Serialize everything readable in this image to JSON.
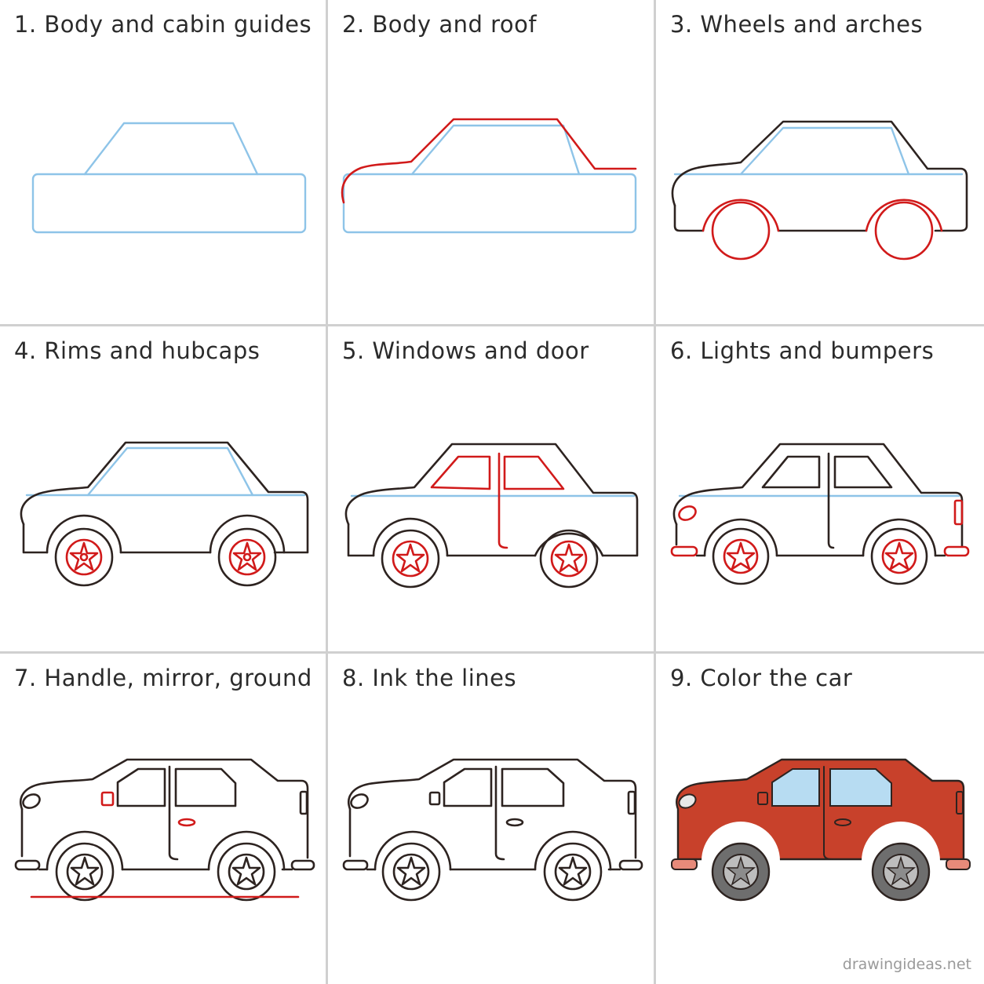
{
  "steps": [
    {
      "label": "1.  Body and cabin guides"
    },
    {
      "label": "2.  Body and roof"
    },
    {
      "label": "3.  Wheels and arches"
    },
    {
      "label": "4.  Rims and hubcaps"
    },
    {
      "label": "5.  Windows and door"
    },
    {
      "label": "6.  Lights and bumpers"
    },
    {
      "label": "7.  Handle, mirror, ground"
    },
    {
      "label": "8.  Ink the lines"
    },
    {
      "label": "9.  Color the car"
    }
  ],
  "credit": "drawingideas.net",
  "colors": {
    "guide": "#8ec4e8",
    "new_line": "#d11a1a",
    "ink": "#2d2320",
    "body": "#c8412b",
    "glass": "#b7dcf2",
    "tire": "#6e6e6e",
    "rim": "#bdbdbd",
    "divider": "#d0d0d0"
  }
}
